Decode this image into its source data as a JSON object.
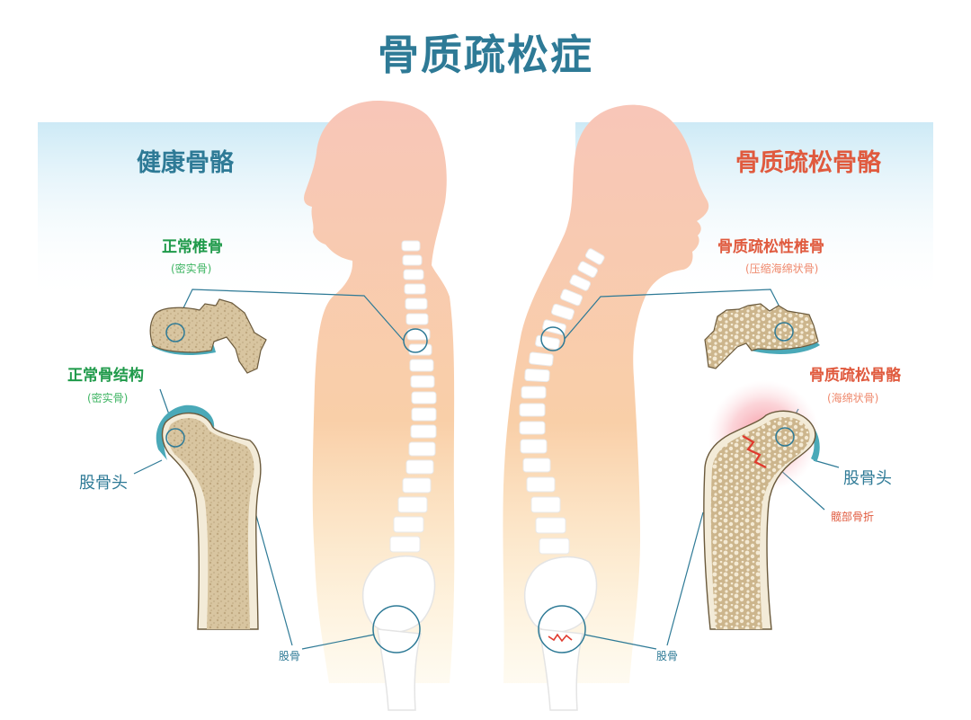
{
  "title": "骨质疏松症",
  "left_panel": {
    "heading": "健康骨骼",
    "vertebra_label": "正常椎骨",
    "vertebra_sub": "(密实骨)",
    "structure_label": "正常骨结构",
    "structure_sub": "(密实骨)",
    "femoral_head": "股骨头",
    "femur": "股骨"
  },
  "right_panel": {
    "heading": "骨质疏松骨骼",
    "vertebra_label": "骨质疏松性椎骨",
    "vertebra_sub": "(压缩海绵状骨)",
    "structure_label": "骨质疏松骨骼",
    "structure_sub": "(海绵状骨)",
    "femoral_head": "股骨头",
    "fracture": "髋部骨折",
    "femur": "股骨"
  },
  "colors": {
    "title": "#2e7a96",
    "healthy_heading": "#2e7a96",
    "osteo_heading": "#e05a3e",
    "healthy_label": "#1f9a4a",
    "osteo_label": "#e05a3e",
    "bone": "#d9c7a2",
    "body_silhouette": "#f6bfae",
    "sky": "#d8eff8",
    "cartilage": "#4aa9b8"
  }
}
